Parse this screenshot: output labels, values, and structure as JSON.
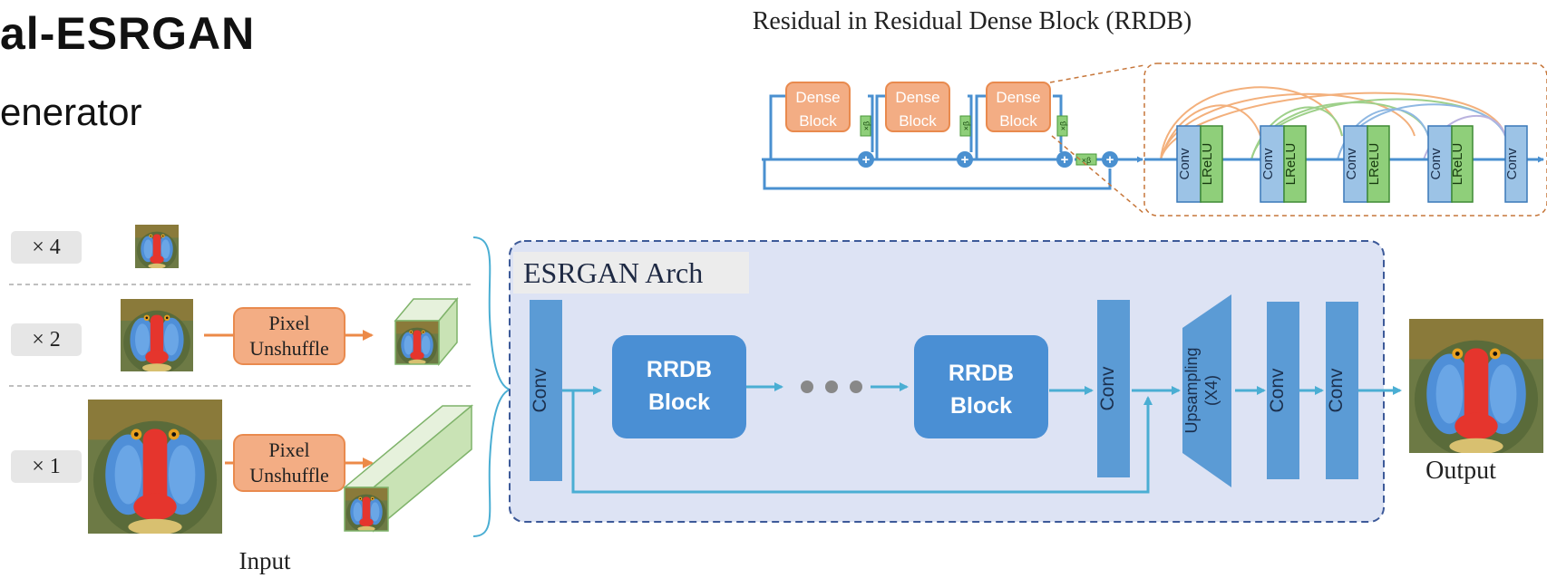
{
  "slide": {
    "title": "al-ESRGAN",
    "subtitle": "enerator"
  },
  "rrdb_panel": {
    "title": "Residual in Residual Dense Block (RRDB)",
    "dense_block_line1": "Dense",
    "dense_block_line2": "Block",
    "beta_label": "×β",
    "conv_label": "Conv",
    "lrelu_label": "LReLU",
    "plus_symbol": "+"
  },
  "inputs": {
    "scales": [
      "× 4",
      "× 2",
      "× 1"
    ],
    "pixel_unshuffle_line1": "Pixel",
    "pixel_unshuffle_line2": "Unshuffle",
    "input_label": "Input"
  },
  "arch": {
    "title": "ESRGAN Arch",
    "conv_label": "Conv",
    "rrdb_line1": "RRDB",
    "rrdb_line2": "Block",
    "upsampling_line1": "Upsampling",
    "upsampling_line2": "(X4)",
    "output_label": "Output"
  },
  "colors": {
    "orange_fill": "#f3ad84",
    "orange_stroke": "#e98a4e",
    "blue_block": "#5b9bd5",
    "rrdb_fill": "#4a8fd4",
    "arch_bg": "#dde3f4",
    "arch_border": "#3d5a99",
    "arrow": "#4aaed3",
    "conv_light": "#9cc3e6",
    "lrelu_green": "#8fcf7a",
    "gray_tag": "#e6e6e6"
  }
}
